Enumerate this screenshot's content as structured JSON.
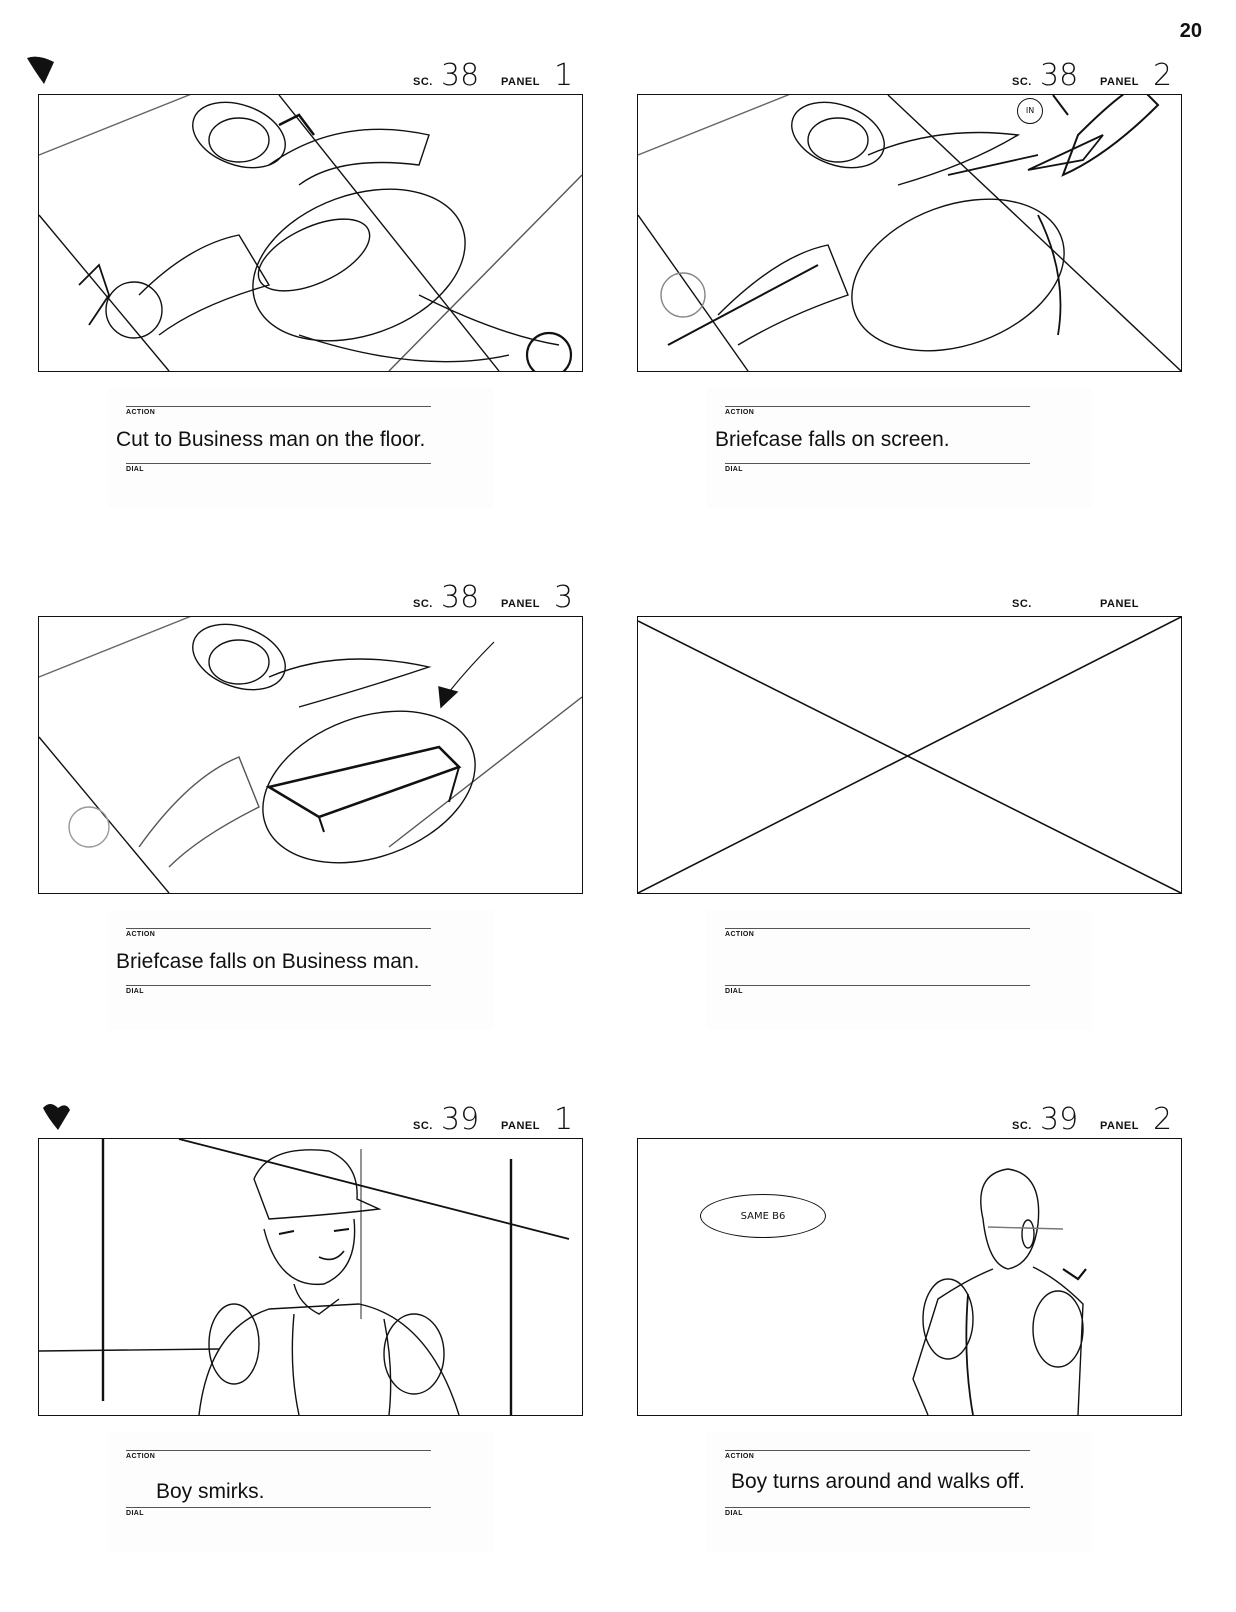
{
  "page_number": "20",
  "labels": {
    "scene": "SC.",
    "panel": "PANEL",
    "action": "ACTION",
    "dial": "DIAL"
  },
  "panels": [
    {
      "scene": "38",
      "panel": "1",
      "action": "Cut to Business man on the floor."
    },
    {
      "scene": "38",
      "panel": "2",
      "action": "Briefcase falls on screen.",
      "note": "IN"
    },
    {
      "scene": "38",
      "panel": "3",
      "action": "Briefcase falls on Business man."
    },
    {
      "scene": "",
      "panel": "",
      "action": ""
    },
    {
      "scene": "39",
      "panel": "1",
      "action": "Boy smirks."
    },
    {
      "scene": "39",
      "panel": "2",
      "action": "Boy turns around and walks off.",
      "note": "SAME B6"
    }
  ]
}
